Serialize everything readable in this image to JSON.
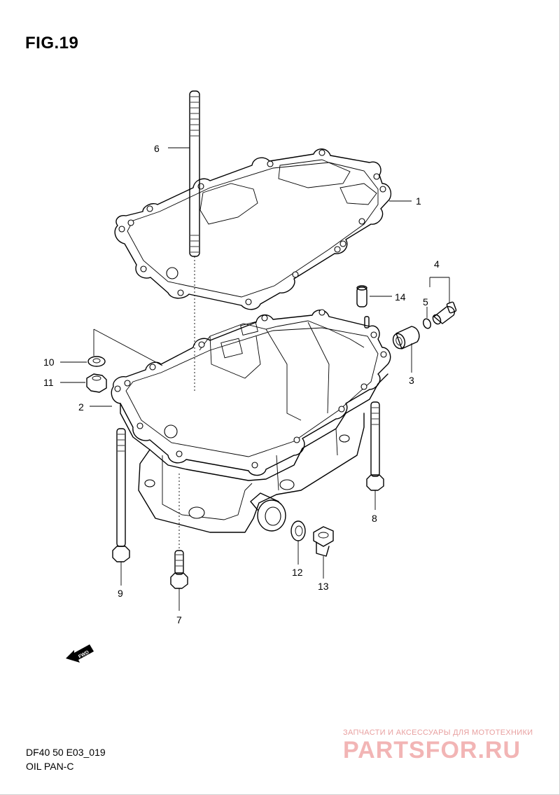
{
  "figure": {
    "title": "FIG.19",
    "code": "DF40 50 E03_019",
    "name": "OIL PAN-C"
  },
  "callouts": [
    "1",
    "2",
    "3",
    "4",
    "5",
    "6",
    "7",
    "8",
    "9",
    "10",
    "11",
    "12",
    "13",
    "14"
  ],
  "fwd_label": "FWD",
  "watermark": {
    "tagline": "ЗАПЧАСТИ И АКСЕССУАРЫ ДЛЯ МОТОТЕХНИКИ",
    "logo": "PARTSFOR.RU"
  }
}
